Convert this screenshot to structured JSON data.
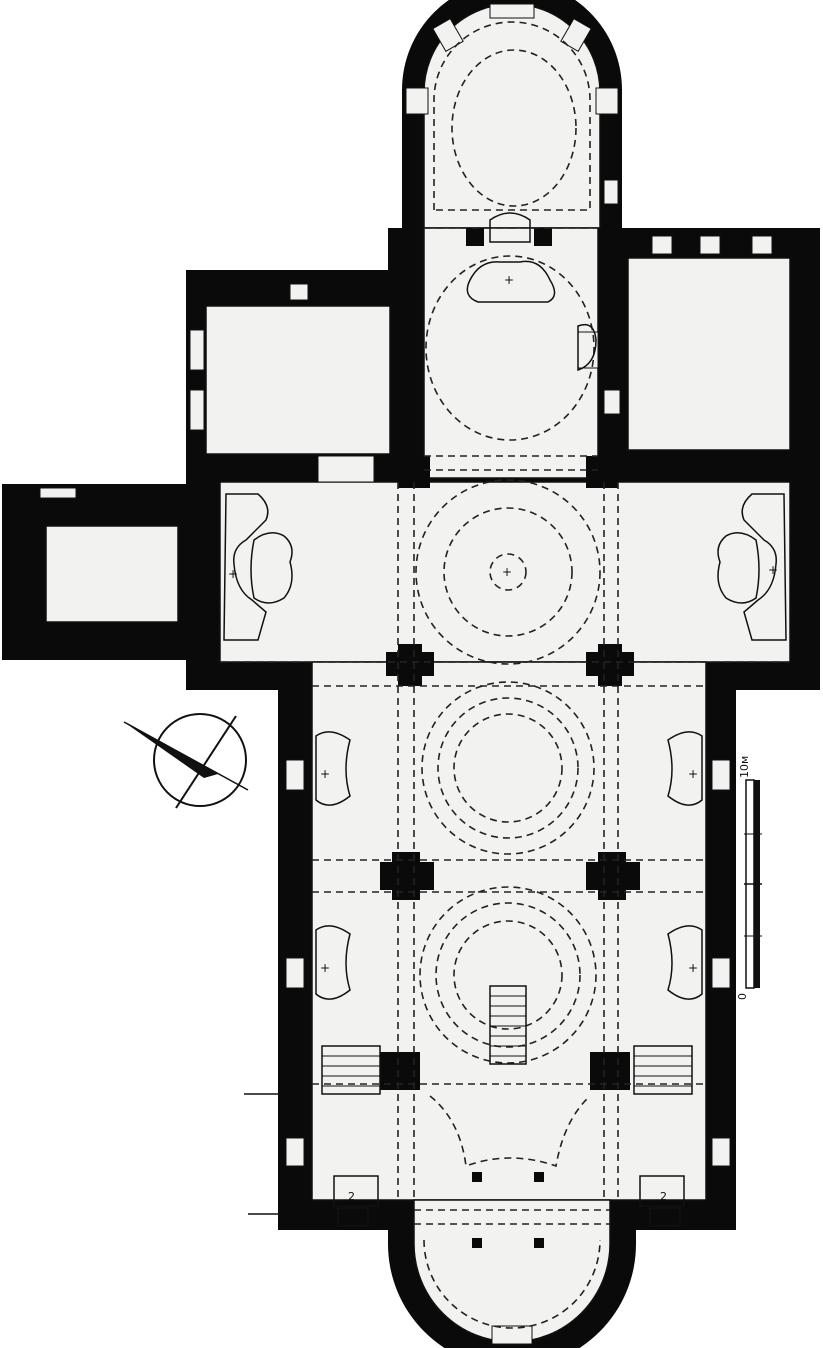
{
  "scale_bar": {
    "top_label": "10м",
    "bottom_label": "0"
  },
  "compass": {
    "icon": "north-arrow-icon"
  },
  "colors": {
    "walls": "#0a0a0a",
    "floor": "#f2f2f0",
    "lines": "#222222"
  },
  "pew_numbers": {
    "left": "2",
    "right": "2"
  },
  "altar_marks": [
    "+",
    "+",
    "+",
    "+",
    "+",
    "+",
    "+",
    "+"
  ]
}
